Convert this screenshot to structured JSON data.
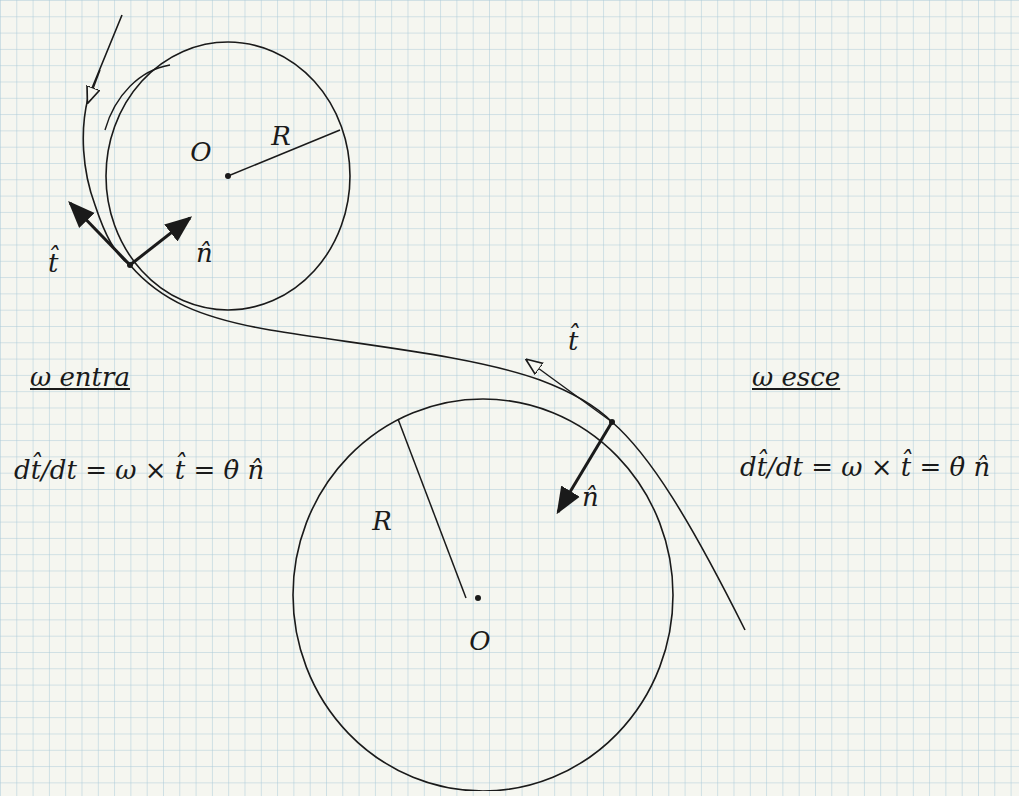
{
  "diagram": {
    "nodes": [
      {
        "text": [
          "O",
          "R"
        ]
      },
      {
        "text": [
          "R",
          "O"
        ]
      }
    ],
    "labels": [
      "t̂",
      "n̂",
      "ω entra",
      "dt̂/dt = ω × t̂ = θ̇ n̂",
      "t̂",
      "ω esce",
      "dt̂/dt = ω × t̂ = θ̇ n̂",
      "n̂"
    ]
  }
}
